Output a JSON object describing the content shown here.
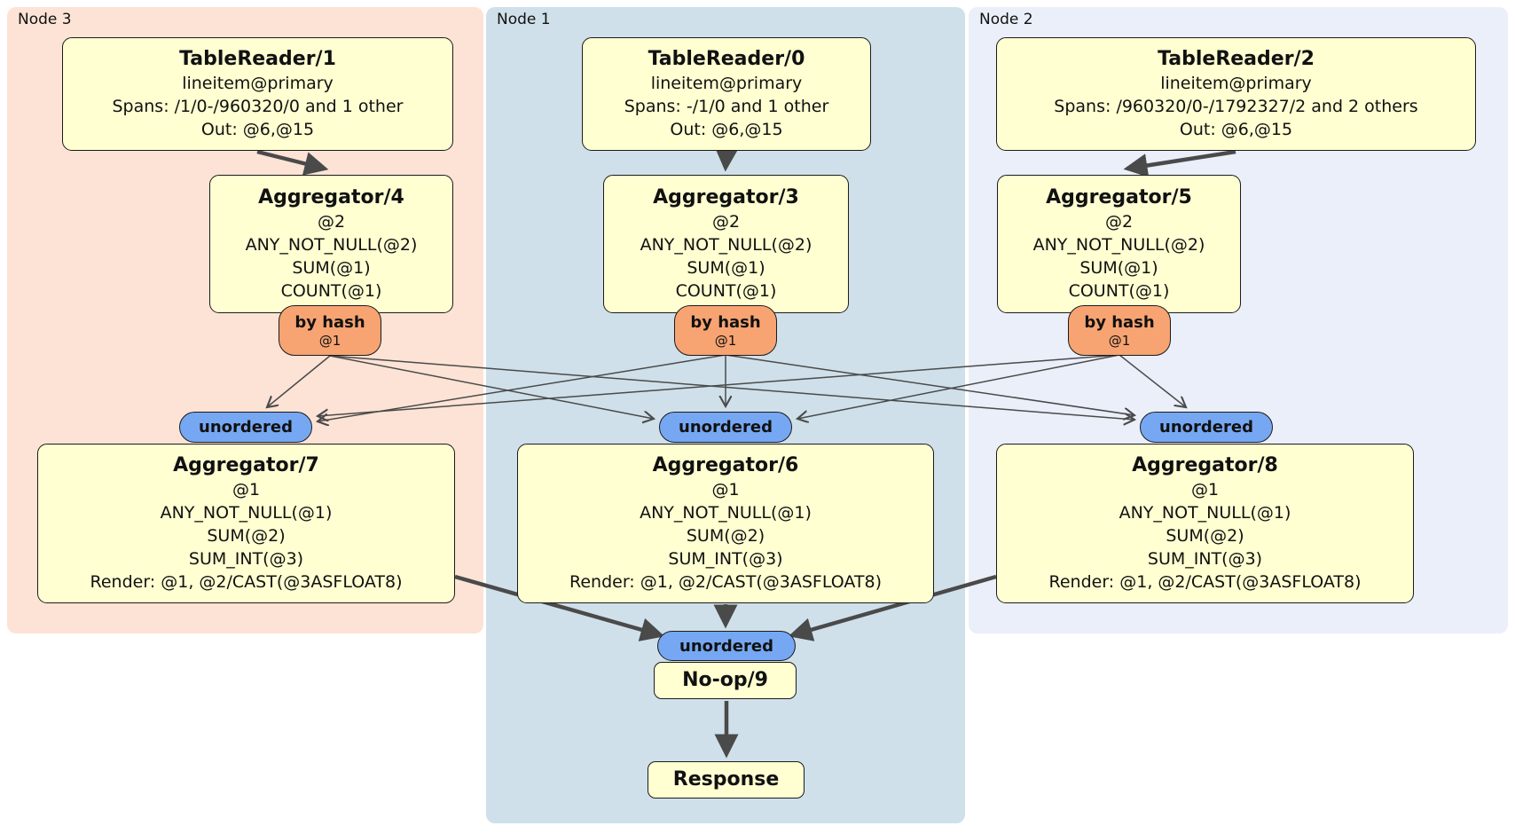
{
  "regions": [
    {
      "label": "Node 3"
    },
    {
      "label": "Node 1"
    },
    {
      "label": "Node 2"
    }
  ],
  "colors": {
    "region_node3_fill": "#fce3d5",
    "region_node1_fill": "#cfe0ea",
    "region_node2_fill": "#eaeffa",
    "processor_fill": "#ffffd2",
    "router_fill": "#f7a472",
    "sync_fill": "#76a7f2",
    "edge": "#4a4a4a"
  },
  "processors": {
    "tr1": {
      "title": "TableReader/1",
      "lines": [
        "lineitem@primary",
        "Spans: /1/0-/960320/0 and 1 other",
        "Out: @6,@15"
      ]
    },
    "tr0": {
      "title": "TableReader/0",
      "lines": [
        "lineitem@primary",
        "Spans: -/1/0 and 1 other",
        "Out: @6,@15"
      ]
    },
    "tr2": {
      "title": "TableReader/2",
      "lines": [
        "lineitem@primary",
        "Spans: /960320/0-/1792327/2 and 2 others",
        "Out: @6,@15"
      ]
    },
    "agg4": {
      "title": "Aggregator/4",
      "lines": [
        "@2",
        "ANY_NOT_NULL(@2)",
        "SUM(@1)",
        "COUNT(@1)"
      ]
    },
    "agg3": {
      "title": "Aggregator/3",
      "lines": [
        "@2",
        "ANY_NOT_NULL(@2)",
        "SUM(@1)",
        "COUNT(@1)"
      ]
    },
    "agg5": {
      "title": "Aggregator/5",
      "lines": [
        "@2",
        "ANY_NOT_NULL(@2)",
        "SUM(@1)",
        "COUNT(@1)"
      ]
    },
    "agg7": {
      "title": "Aggregator/7",
      "lines": [
        "@1",
        "ANY_NOT_NULL(@1)",
        "SUM(@2)",
        "SUM_INT(@3)",
        "Render: @1, @2/CAST(@3ASFLOAT8)"
      ]
    },
    "agg6": {
      "title": "Aggregator/6",
      "lines": [
        "@1",
        "ANY_NOT_NULL(@1)",
        "SUM(@2)",
        "SUM_INT(@3)",
        "Render: @1, @2/CAST(@3ASFLOAT8)"
      ]
    },
    "agg8": {
      "title": "Aggregator/8",
      "lines": [
        "@1",
        "ANY_NOT_NULL(@1)",
        "SUM(@2)",
        "SUM_INT(@3)",
        "Render: @1, @2/CAST(@3ASFLOAT8)"
      ]
    },
    "noop": {
      "title": "No-op/9"
    },
    "response": {
      "title": "Response"
    }
  },
  "routers": [
    {
      "label": "by hash",
      "detail": "@1"
    },
    {
      "label": "by hash",
      "detail": "@1"
    },
    {
      "label": "by hash",
      "detail": "@1"
    }
  ],
  "syncs": [
    {
      "label": "unordered"
    },
    {
      "label": "unordered"
    },
    {
      "label": "unordered"
    },
    {
      "label": "unordered"
    }
  ]
}
